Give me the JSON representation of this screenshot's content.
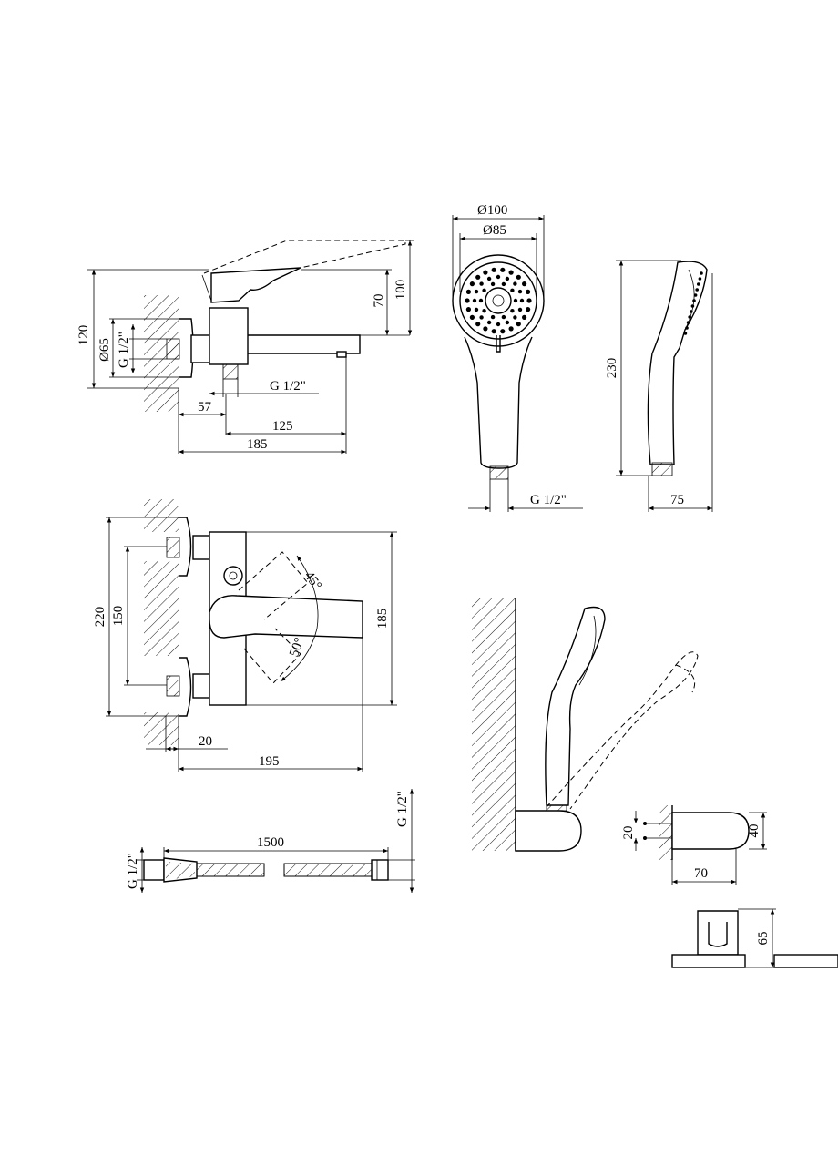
{
  "front_view": {
    "dims": {
      "height_120": "120",
      "dia_65": "Ø65",
      "thread_inlet": "G 1/2\"",
      "height_70": "70",
      "height_100": "100",
      "thread_outlet": "G 1/2\"",
      "len_57": "57",
      "len_125": "125",
      "len_185": "185"
    }
  },
  "top_view": {
    "dims": {
      "width_220": "220",
      "width_150": "150",
      "width_185": "185",
      "angle_45": "45°",
      "angle_50": "50°",
      "len_20": "20",
      "len_195": "195"
    }
  },
  "shower_head": {
    "dims": {
      "dia_100": "Ø100",
      "dia_85": "Ø85",
      "thread": "G 1/2\"",
      "height_230": "230",
      "width_75": "75"
    }
  },
  "hose": {
    "dims": {
      "length": "1500",
      "thread_left": "G 1/2\"",
      "thread_right": "G 1/2\""
    }
  },
  "holder": {
    "dims": {
      "h_20": "20",
      "h_40": "40",
      "w_70": "70",
      "h_65": "65"
    }
  }
}
